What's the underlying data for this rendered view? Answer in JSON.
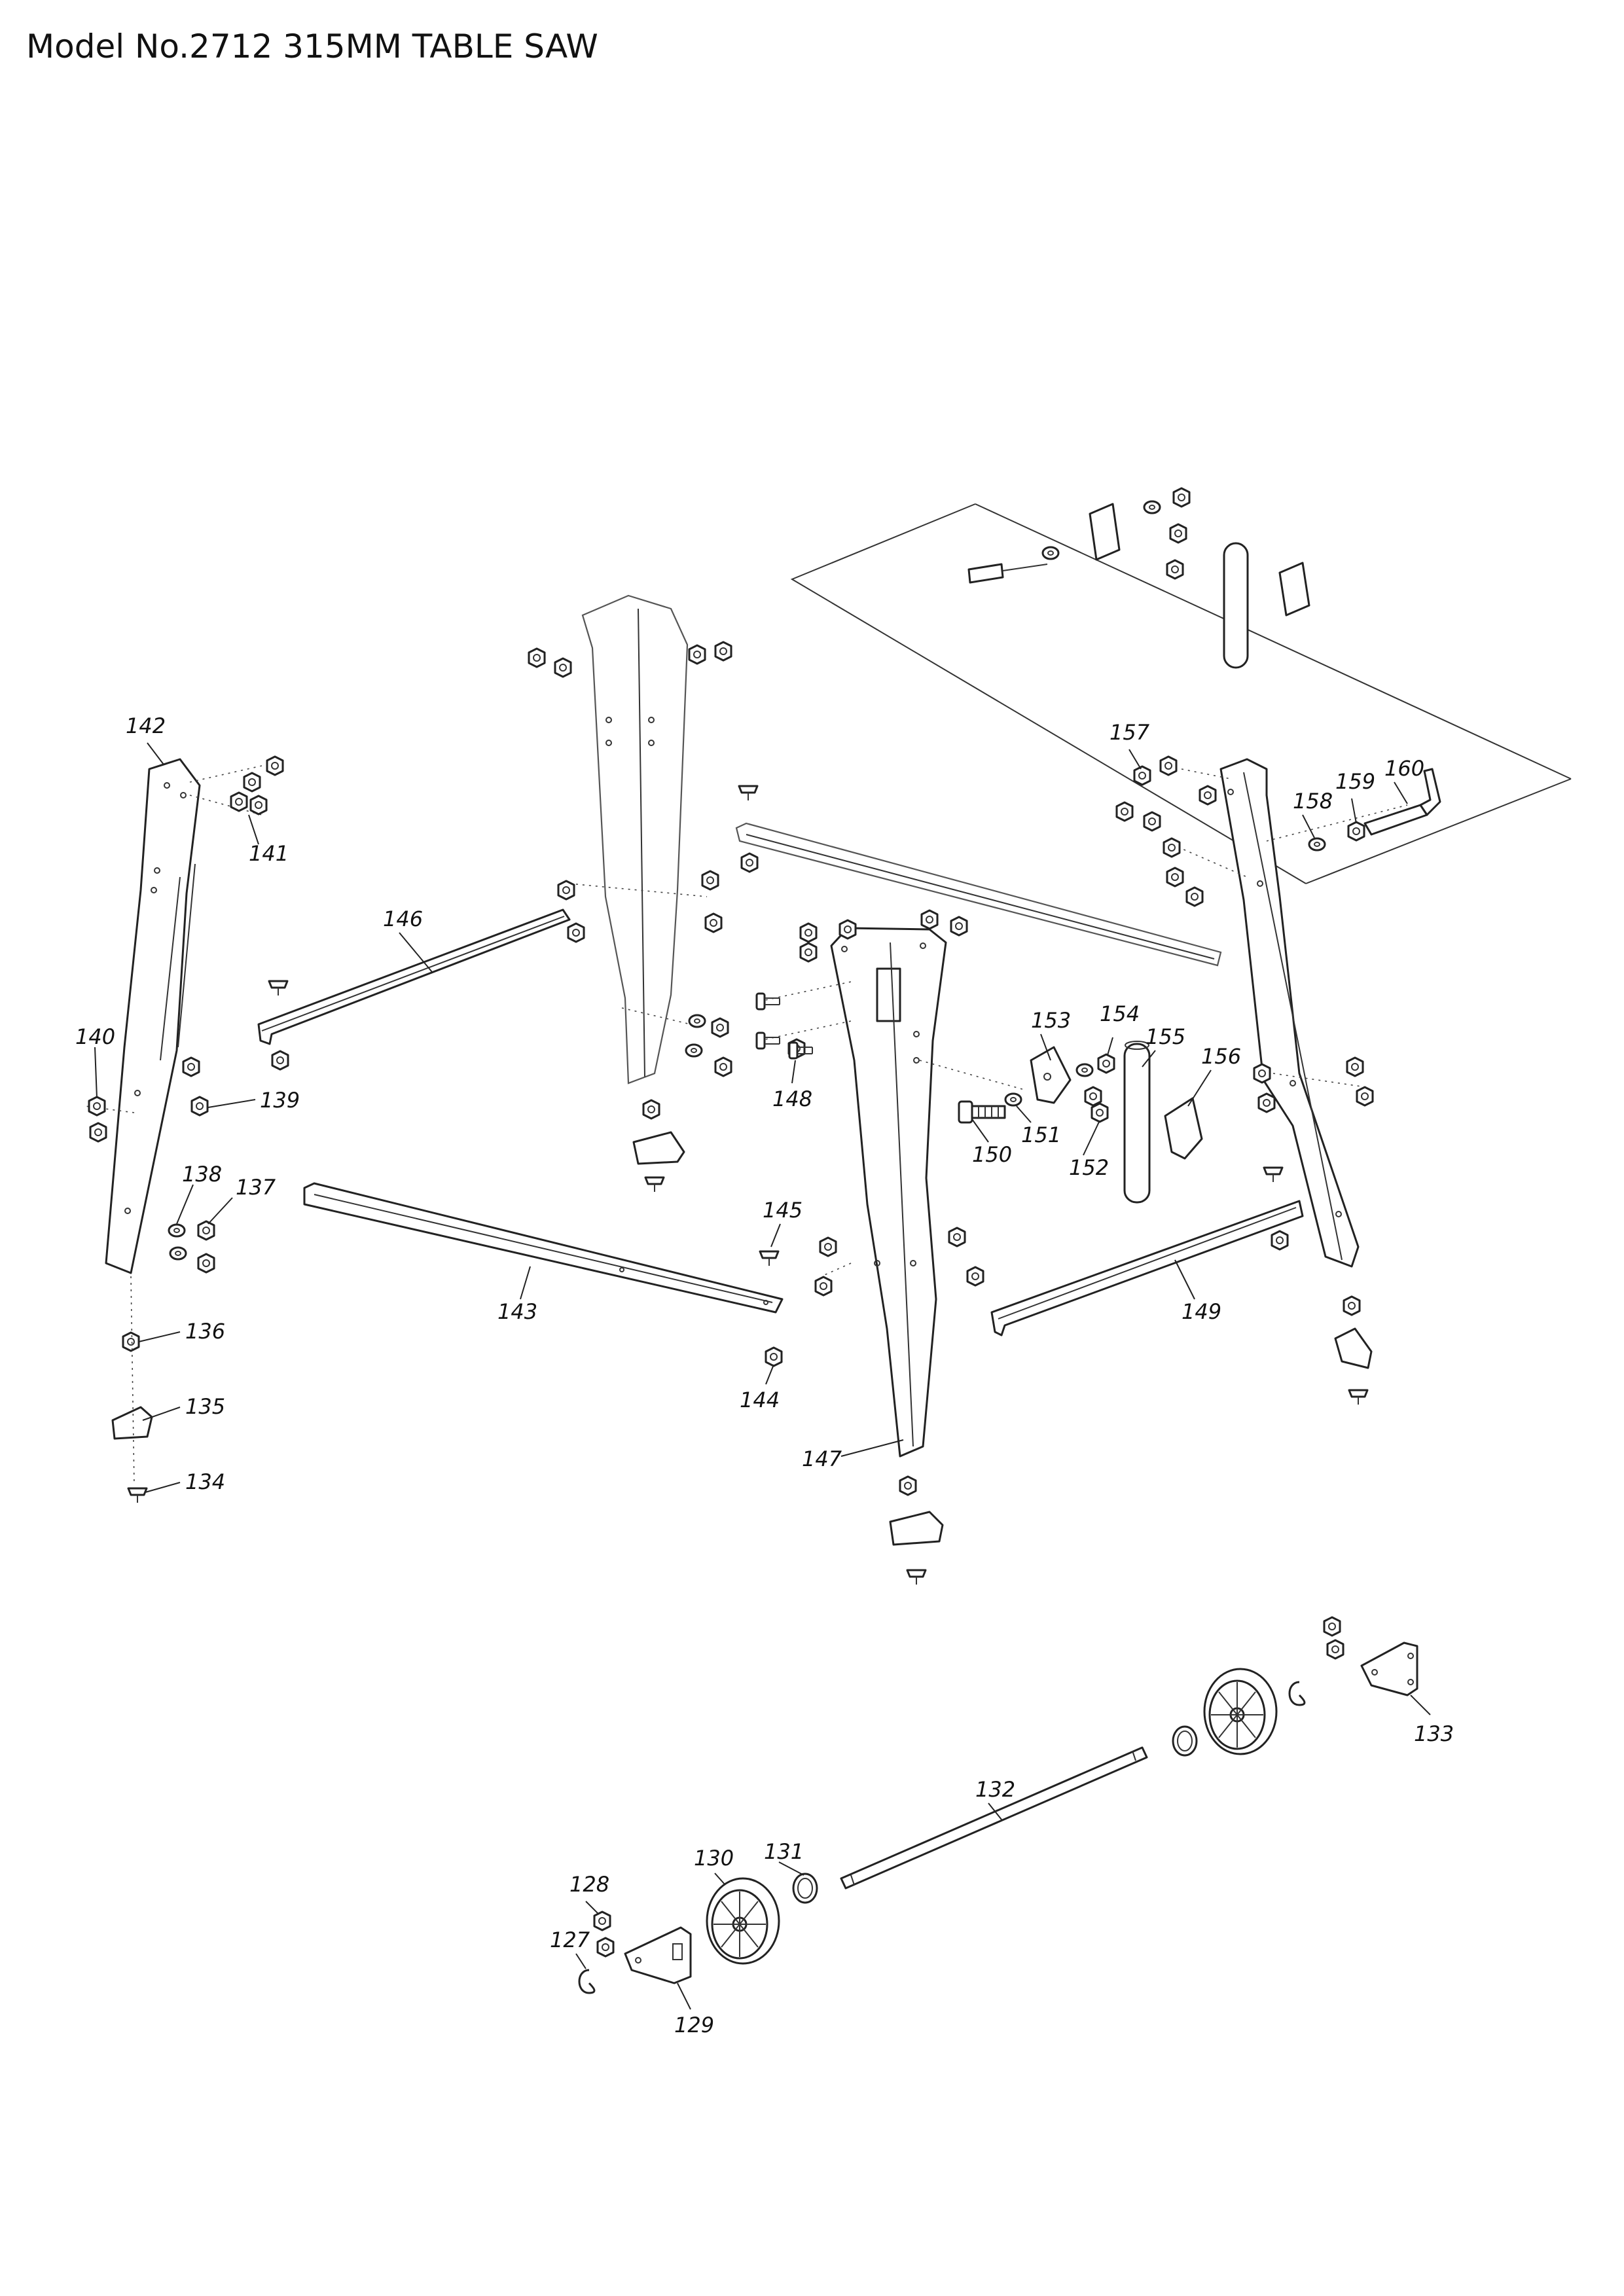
{
  "title": "Model No.2712 315MM TABLE SAW",
  "colors": {
    "line": "#222222",
    "background": "#ffffff"
  },
  "labels": {
    "p127": "127",
    "p128": "128",
    "p129": "129",
    "p130": "130",
    "p131": "131",
    "p132": "132",
    "p133": "133",
    "p134": "134",
    "p135": "135",
    "p136": "136",
    "p137": "137",
    "p138": "138",
    "p139": "139",
    "p140": "140",
    "p141": "141",
    "p142": "142",
    "p143": "143",
    "p144": "144",
    "p145": "145",
    "p146": "146",
    "p147": "147",
    "p148": "148",
    "p149": "149",
    "p150": "150",
    "p151": "151",
    "p152": "152",
    "p153": "153",
    "p154": "154",
    "p155": "155",
    "p156": "156",
    "p157": "157",
    "p158": "158",
    "p159": "159",
    "p160": "160"
  }
}
